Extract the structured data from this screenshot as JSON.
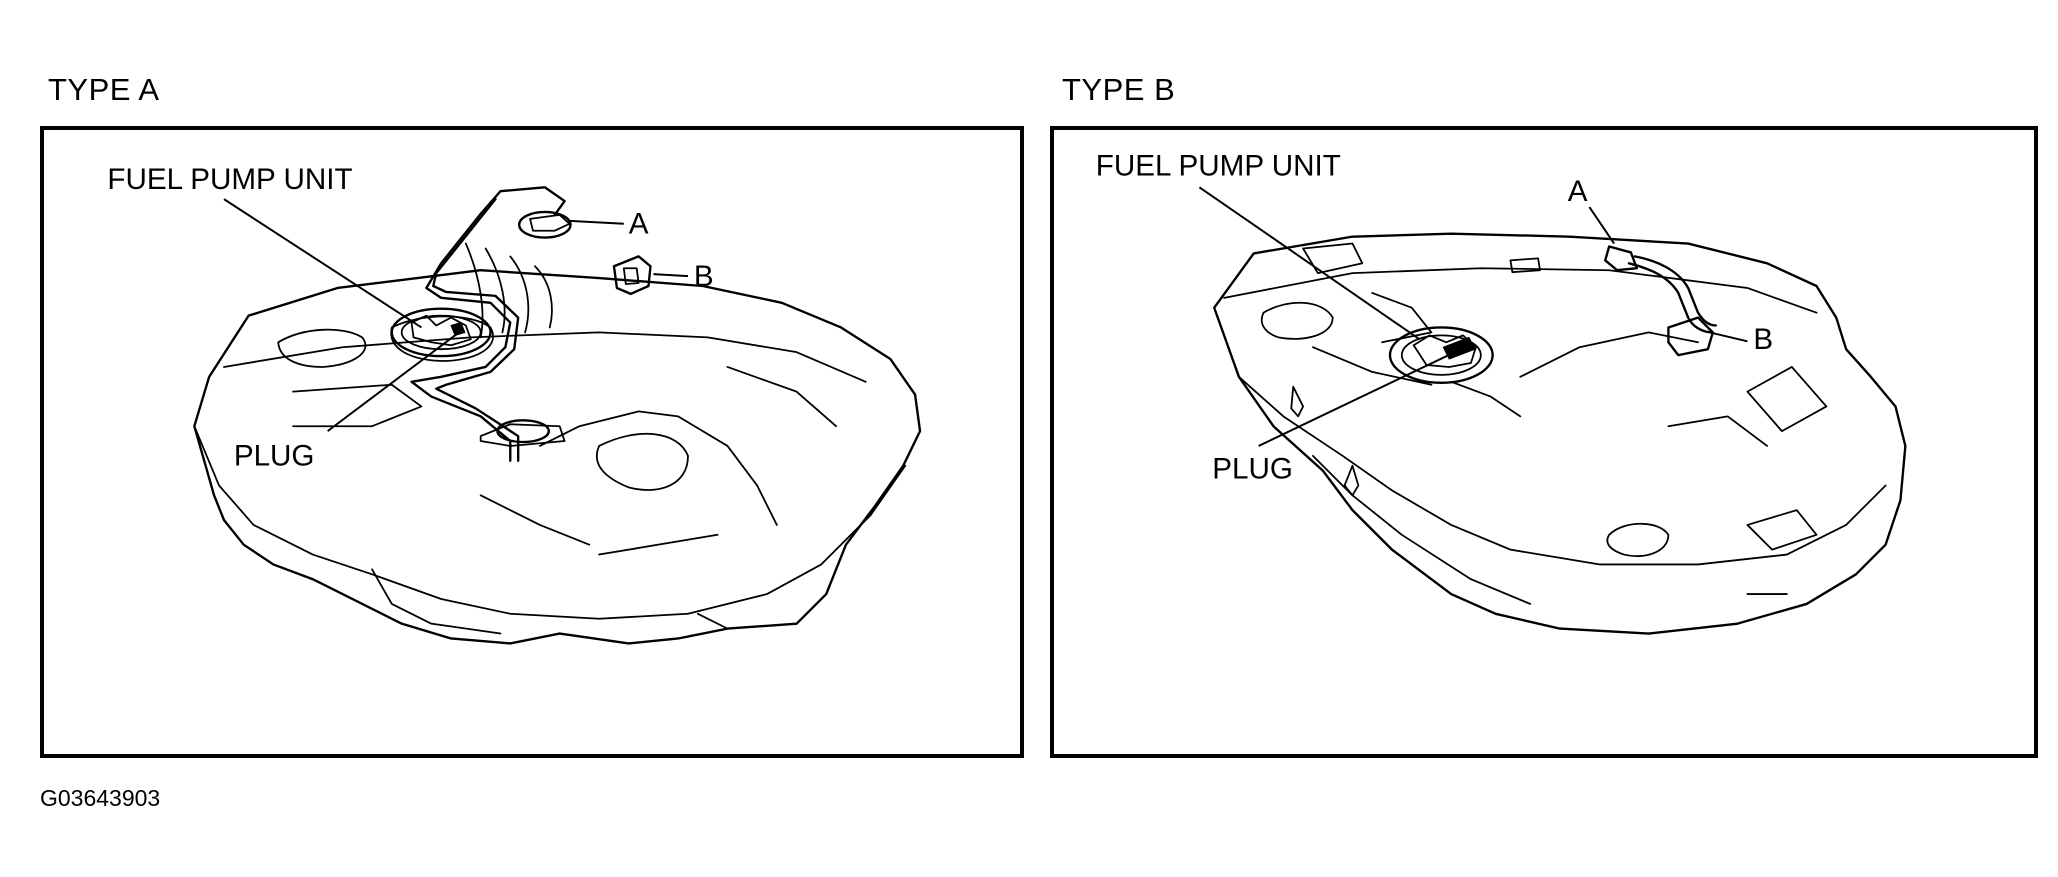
{
  "figure": {
    "code": "G03643903",
    "panels": [
      {
        "id": "type-a",
        "title": "TYPE A",
        "callouts": {
          "fuel_pump_unit": "FUEL PUMP UNIT",
          "plug": "PLUG",
          "a": "A",
          "b": "B"
        }
      },
      {
        "id": "type-b",
        "title": "TYPE B",
        "callouts": {
          "fuel_pump_unit": "FUEL PUMP UNIT",
          "plug": "PLUG",
          "a": "A",
          "b": "B"
        }
      }
    ]
  }
}
